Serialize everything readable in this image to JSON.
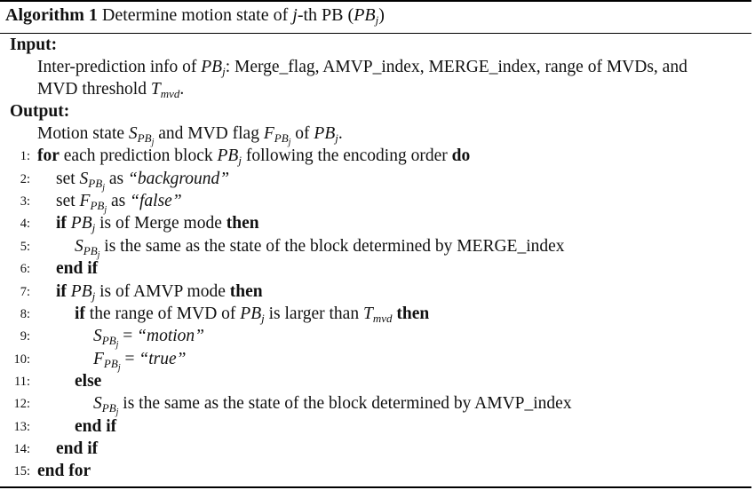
{
  "title": {
    "label": "Algorithm 1",
    "text_pre": "Determine motion state of ",
    "j": "j",
    "text_mid": "-th PB (",
    "pb": "PB",
    "close": ")"
  },
  "input": {
    "header": "Input:",
    "line1_pre": "Inter-prediction info of ",
    "line1_post": ": Merge_flag, AMVP_index, MERGE_index, range of MVDs, and",
    "line2_pre": "MVD threshold ",
    "tmvd_T": "T",
    "tmvd_sub": "mvd",
    "period": "."
  },
  "output": {
    "header": "Output:",
    "line_pre": "Motion state ",
    "mid": " and MVD flag ",
    "post": " of ",
    "end": "."
  },
  "steps": [
    {
      "n": "1:",
      "kw1": "for",
      "text": " each prediction block ",
      "text2": " following the encoding order ",
      "kw2": "do"
    },
    {
      "n": "2:",
      "text": "set ",
      "text2": " as ",
      "lit": "“background”"
    },
    {
      "n": "3:",
      "text": "set ",
      "text2": " as ",
      "lit": "“false”"
    },
    {
      "n": "4:",
      "kw1": "if",
      "text": " is of Merge mode ",
      "kw2": "then"
    },
    {
      "n": "5:",
      "text": " is the same as the state of the block determined by MERGE_index"
    },
    {
      "n": "6:",
      "kw1": "end if"
    },
    {
      "n": "7:",
      "kw1": "if",
      "text": " is of AMVP mode ",
      "kw2": "then"
    },
    {
      "n": "8:",
      "kw1": "if",
      "text": "  the range of MVD of ",
      "text2": " is larger than ",
      "kw2": "then"
    },
    {
      "n": "9:",
      "text": " = ",
      "lit": "“motion”"
    },
    {
      "n": "10:",
      "text": " = ",
      "lit": "“true”"
    },
    {
      "n": "11:",
      "kw1": "else"
    },
    {
      "n": "12:",
      "text": " is the same as the state of the block determined by AMVP_index"
    },
    {
      "n": "13:",
      "kw1": "end if"
    },
    {
      "n": "14:",
      "kw1": "end if"
    },
    {
      "n": "15:",
      "kw1": "end for"
    }
  ],
  "sym": {
    "S": "S",
    "F": "F",
    "PB": "PB",
    "j": "j"
  }
}
